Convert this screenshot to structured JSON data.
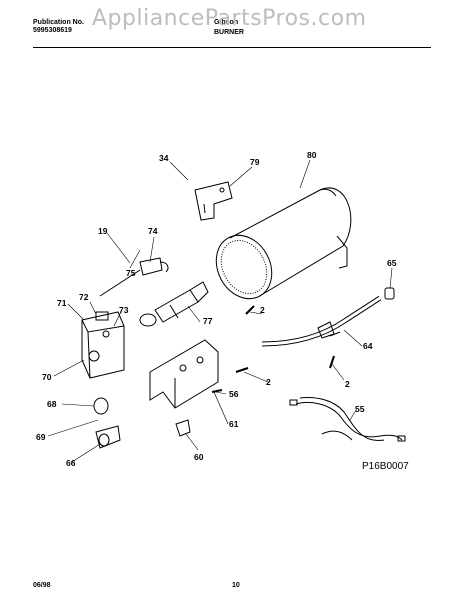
{
  "header": {
    "publication_label": "Publication No.",
    "publication_number": "5995308619",
    "brand": "Gibson",
    "section": "BURNER",
    "watermark": "AppliancePartsPros.com"
  },
  "diagram": {
    "code": "P16B0007",
    "callouts": [
      "34",
      "79",
      "80",
      "19",
      "74",
      "75",
      "65",
      "71",
      "72",
      "73",
      "2",
      "77",
      "64",
      "70",
      "2",
      "56",
      "68",
      "55",
      "61",
      "69",
      "2",
      "66",
      "60"
    ]
  },
  "footer": {
    "date": "06/98",
    "page": "10"
  }
}
